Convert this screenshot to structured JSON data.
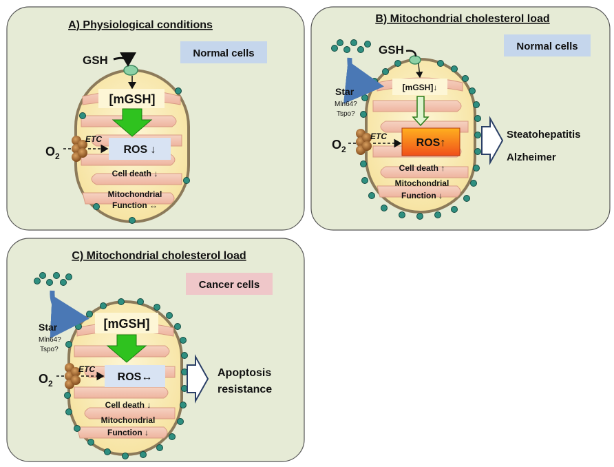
{
  "panels": {
    "a": {
      "title": "A) Physiological conditions",
      "cell_badge": "Normal cells",
      "gsh": "GSH",
      "mgsh": "[mGSH]",
      "o2": "O",
      "o2_sub": "2",
      "etc": "ETC",
      "ros": "ROS ↓",
      "cell_death": "Cell death ↓",
      "mito_line1": "Mitochondrial",
      "mito_line2": "Function ↔"
    },
    "b": {
      "title": "B) Mitochondrial cholesterol load",
      "cell_badge": "Normal cells",
      "gsh": "GSH",
      "mgsh": "[mGSH]↓",
      "star": "Star",
      "mln64": "Mln64?",
      "tspo": "Tspo?",
      "o2": "O",
      "o2_sub": "2",
      "etc": "ETC",
      "ros": "ROS↑",
      "cell_death": "Cell death ↑",
      "mito_line1": "Mitochondrial",
      "mito_line2": "Function ↓",
      "outcome1": "Steatohepatitis",
      "outcome2": "Alzheimer"
    },
    "c": {
      "title": "C) Mitochondrial cholesterol load",
      "cell_badge": "Cancer cells",
      "mgsh": "[mGSH]",
      "star": "Star",
      "mln64": "Mln64?",
      "tspo": "Tspo?",
      "o2": "O",
      "o2_sub": "2",
      "etc": "ETC",
      "ros": "ROS↔",
      "cell_death": "Cell death ↓",
      "mito_line1": "Mitochondrial",
      "mito_line2": "Function ↓",
      "outcome1": "Apoptosis",
      "outcome2": "resistance"
    }
  },
  "colors": {
    "panel_bg": "#e6ebd6",
    "normal_badge": "#c5d6ec",
    "cancer_badge": "#efc7c9",
    "cristae": "#f3c7b3",
    "matrix": "#fbf0c4",
    "membrane": "#8c7a5a",
    "cholesterol": "#2f8f80",
    "green_arrow": "#2fc21f",
    "ros_box_normal": "#d8e3f3",
    "ros_box_high": "#f46a1a",
    "etc_brown": "#9b5e2a",
    "blue_arrow": "#4a78b5"
  }
}
